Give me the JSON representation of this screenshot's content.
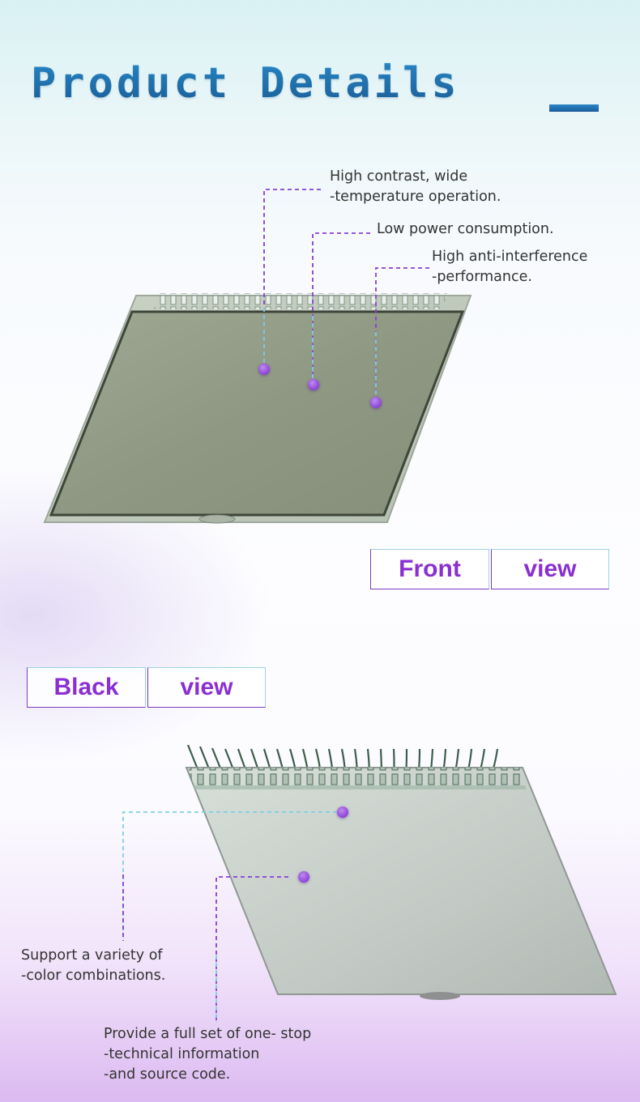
{
  "header": {
    "title": "Product Details"
  },
  "front": {
    "label_left": "Front",
    "label_right": "view",
    "notes": [
      {
        "line1": "High contrast, wide",
        "line2": "-temperature operation."
      },
      {
        "line1": "Low power consumption.",
        "line2": ""
      },
      {
        "line1": "High anti-interference",
        "line2": "-performance."
      }
    ]
  },
  "back": {
    "label_left": "Black",
    "label_right": "view",
    "notes": [
      {
        "line1": "Support a variety of",
        "line2": "-color combinations.",
        "line3": ""
      },
      {
        "line1": "Provide a full set of one- stop",
        "line2": "-technical information",
        "line3": "-and source code."
      }
    ]
  },
  "colors": {
    "title": "#1f73a8",
    "label_text": "#8a2fd1",
    "leader_purple": "#8a3fd0",
    "leader_cyan": "#7fd0e6"
  }
}
